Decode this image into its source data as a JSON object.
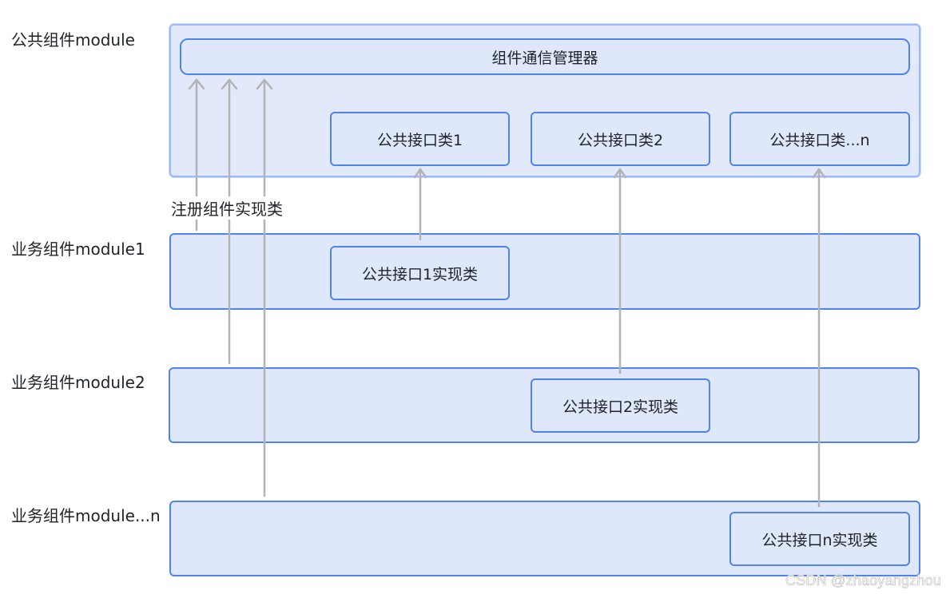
{
  "modules": {
    "common": "公共组件module",
    "business1": "业务组件module1",
    "business2": "业务组件module2",
    "businessN": "业务组件module...n"
  },
  "manager": "组件通信管理器",
  "interfaces": [
    "公共接口类1",
    "公共接口类2",
    "公共接口类...n"
  ],
  "implementations": [
    "公共接口1实现类",
    "公共接口2实现类",
    "公共接口n实现类"
  ],
  "register_label": "注册组件实现类",
  "watermark": "CSDN @zhaoyangzhou",
  "colors": {
    "module_fill": "#dfe8fb",
    "module_border": "#4f84ef",
    "arrow": "#b3b3b3"
  }
}
